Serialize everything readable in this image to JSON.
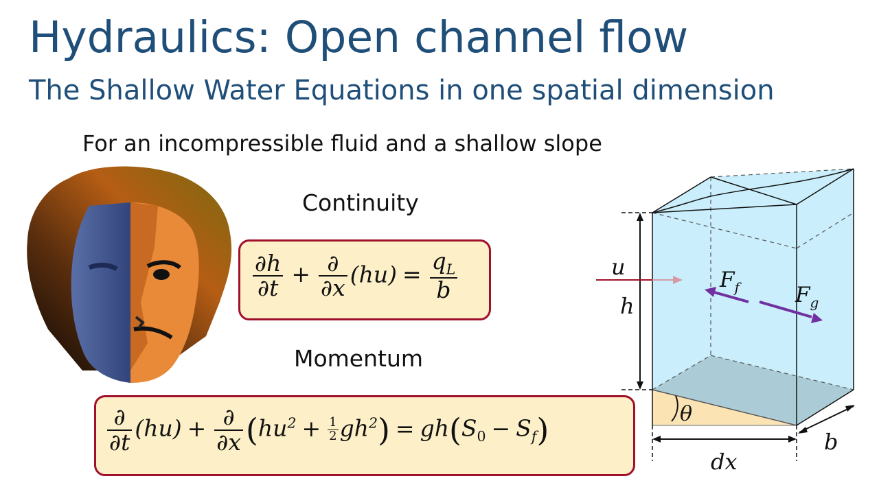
{
  "slide": {
    "title": "Hydraulics: Open channel flow",
    "subtitle": "The Shallow Water Equations in one spatial dimension",
    "intro": "For an incompressible fluid and a shallow slope"
  },
  "continuity": {
    "label": "Continuity",
    "equation_text": "∂h/∂t + ∂/∂x (hu) = q_L / b",
    "partial": "∂",
    "h": "h",
    "t": "t",
    "x": "x",
    "hu": "(hu)",
    "plus": "+",
    "equals": "=",
    "q": "q",
    "q_sub": "L",
    "b": "b"
  },
  "momentum": {
    "label": "Momentum",
    "equation_text": "∂/∂t (hu) + ∂/∂x (hu² + ½gh²) = gh(S₀ − S_f)",
    "partial": "∂",
    "t": "t",
    "x": "x",
    "hu": "(hu)",
    "plus": "+",
    "hu2": "hu",
    "sq": "2",
    "half_num": "1",
    "half_den": "2",
    "gh2": "gh",
    "equals": "=",
    "gh": "gh",
    "s": "S",
    "s0_sub": "0",
    "minus": "−",
    "sf_sub": "f"
  },
  "diagram": {
    "u": "u",
    "h": "h",
    "ff": "F",
    "ff_sub": "f",
    "fg": "F",
    "fg_sub": "g",
    "theta": "θ",
    "dx": "dx",
    "b": "b",
    "colors": {
      "water": "#c4ecfb",
      "bed": "#fbe3b4",
      "force_arrow": "#7030a0",
      "flow_arrow": "#a0102a",
      "box_border": "#a0102a",
      "box_fill": "#fdf0c8",
      "title": "#1f4e79"
    }
  },
  "portrait": {
    "icon": "stylized-portrait-illustration"
  }
}
